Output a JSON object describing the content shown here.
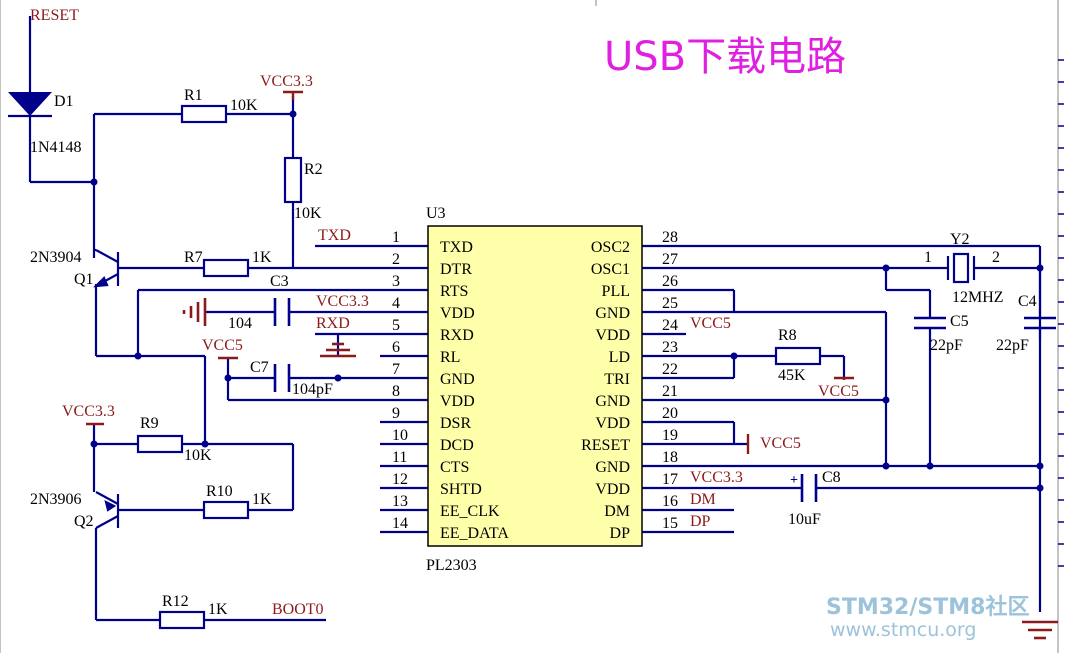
{
  "title": "USB下载电路",
  "nets": {
    "reset": "RESET",
    "vcc33": "VCC3.3",
    "vcc5": "VCC5",
    "txd": "TXD",
    "rxd": "RXD",
    "boot0": "BOOT0",
    "dm": "DM",
    "dp": "DP"
  },
  "components": {
    "d1": {
      "ref": "D1",
      "value": "1N4148"
    },
    "r1": {
      "ref": "R1",
      "value": "10K"
    },
    "r2": {
      "ref": "R2",
      "value": "10K"
    },
    "r7": {
      "ref": "R7",
      "value": "1K"
    },
    "r8": {
      "ref": "R8",
      "value": "45K"
    },
    "r9": {
      "ref": "R9",
      "value": "10K"
    },
    "r10": {
      "ref": "R10",
      "value": "1K"
    },
    "r12": {
      "ref": "R12",
      "value": "1K"
    },
    "q1": {
      "ref": "Q1",
      "value": "2N3904"
    },
    "q2": {
      "ref": "Q2",
      "value": "2N3906"
    },
    "c3": {
      "ref": "C3",
      "value": "104"
    },
    "c7": {
      "ref": "C7",
      "value": "104pF"
    },
    "c5": {
      "ref": "C5",
      "value": "22pF"
    },
    "c4": {
      "ref": "C4",
      "value": "22pF"
    },
    "c8": {
      "ref": "C8",
      "value": "10uF"
    },
    "y2": {
      "ref": "Y2",
      "value": "12MHZ",
      "pin1": "1",
      "pin2": "2"
    },
    "u3": {
      "ref": "U3",
      "value": "PL2303"
    }
  },
  "u3_left_pins": [
    {
      "num": "1",
      "name": "TXD"
    },
    {
      "num": "2",
      "name": "DTR"
    },
    {
      "num": "3",
      "name": "RTS"
    },
    {
      "num": "4",
      "name": "VDD"
    },
    {
      "num": "5",
      "name": "RXD"
    },
    {
      "num": "6",
      "name": "RL"
    },
    {
      "num": "7",
      "name": "GND"
    },
    {
      "num": "8",
      "name": "VDD"
    },
    {
      "num": "9",
      "name": "DSR"
    },
    {
      "num": "10",
      "name": "DCD"
    },
    {
      "num": "11",
      "name": "CTS"
    },
    {
      "num": "12",
      "name": "SHTD"
    },
    {
      "num": "13",
      "name": "EE_CLK"
    },
    {
      "num": "14",
      "name": "EE_DATA"
    }
  ],
  "u3_right_pins": [
    {
      "num": "28",
      "name": "OSC2"
    },
    {
      "num": "27",
      "name": "OSC1"
    },
    {
      "num": "26",
      "name": "PLL"
    },
    {
      "num": "25",
      "name": "GND"
    },
    {
      "num": "24",
      "name": "VDD"
    },
    {
      "num": "23",
      "name": "LD"
    },
    {
      "num": "22",
      "name": "TRI"
    },
    {
      "num": "21",
      "name": "GND"
    },
    {
      "num": "20",
      "name": "VDD"
    },
    {
      "num": "19",
      "name": "RESET"
    },
    {
      "num": "18",
      "name": "GND"
    },
    {
      "num": "17",
      "name": "VDD"
    },
    {
      "num": "16",
      "name": "DM"
    },
    {
      "num": "15",
      "name": "DP"
    }
  ],
  "watermark": {
    "line1": "STM32/STM8社区",
    "line2": "www.stmcu.org"
  },
  "colors": {
    "wire": "#00008B",
    "net_label": "#8B1A1A",
    "chip_fill": "#FFFFAA",
    "title": "#E020E0",
    "watermark": "#9CC3DA"
  }
}
